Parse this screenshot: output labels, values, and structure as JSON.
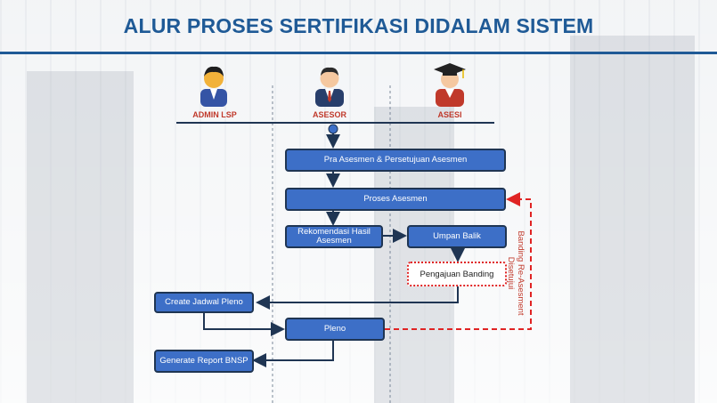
{
  "title": "ALUR PROSES SERTIFIKASI DIDALAM SISTEM",
  "actors": [
    {
      "label": "ADMIN LSP",
      "icon": "admin-avatar-icon"
    },
    {
      "label": "ASESOR",
      "icon": "assessor-avatar-icon"
    },
    {
      "label": "ASESI",
      "icon": "graduate-avatar-icon"
    }
  ],
  "steps": {
    "pra_asesmen": "Pra Asesmen & Persetujuan Asesmen",
    "proses_asesmen": "Proses Asesmen",
    "rekomendasi": "Rekomendasi Hasil Asesmen",
    "umpan_balik": "Umpan Balik",
    "pengajuan_banding": "Pengajuan Banding",
    "create_jadwal": "Create Jadwal Pleno",
    "pleno": "Pleno",
    "generate_report": "Generate Report BNSP"
  },
  "side_label": "Banding Re-Asesment Disetujui",
  "colors": {
    "title": "#1f5a96",
    "box_fill": "#3d6fc7",
    "box_border": "#1f3553",
    "actor_label": "#c0392b",
    "feedback_line": "#e02424"
  }
}
